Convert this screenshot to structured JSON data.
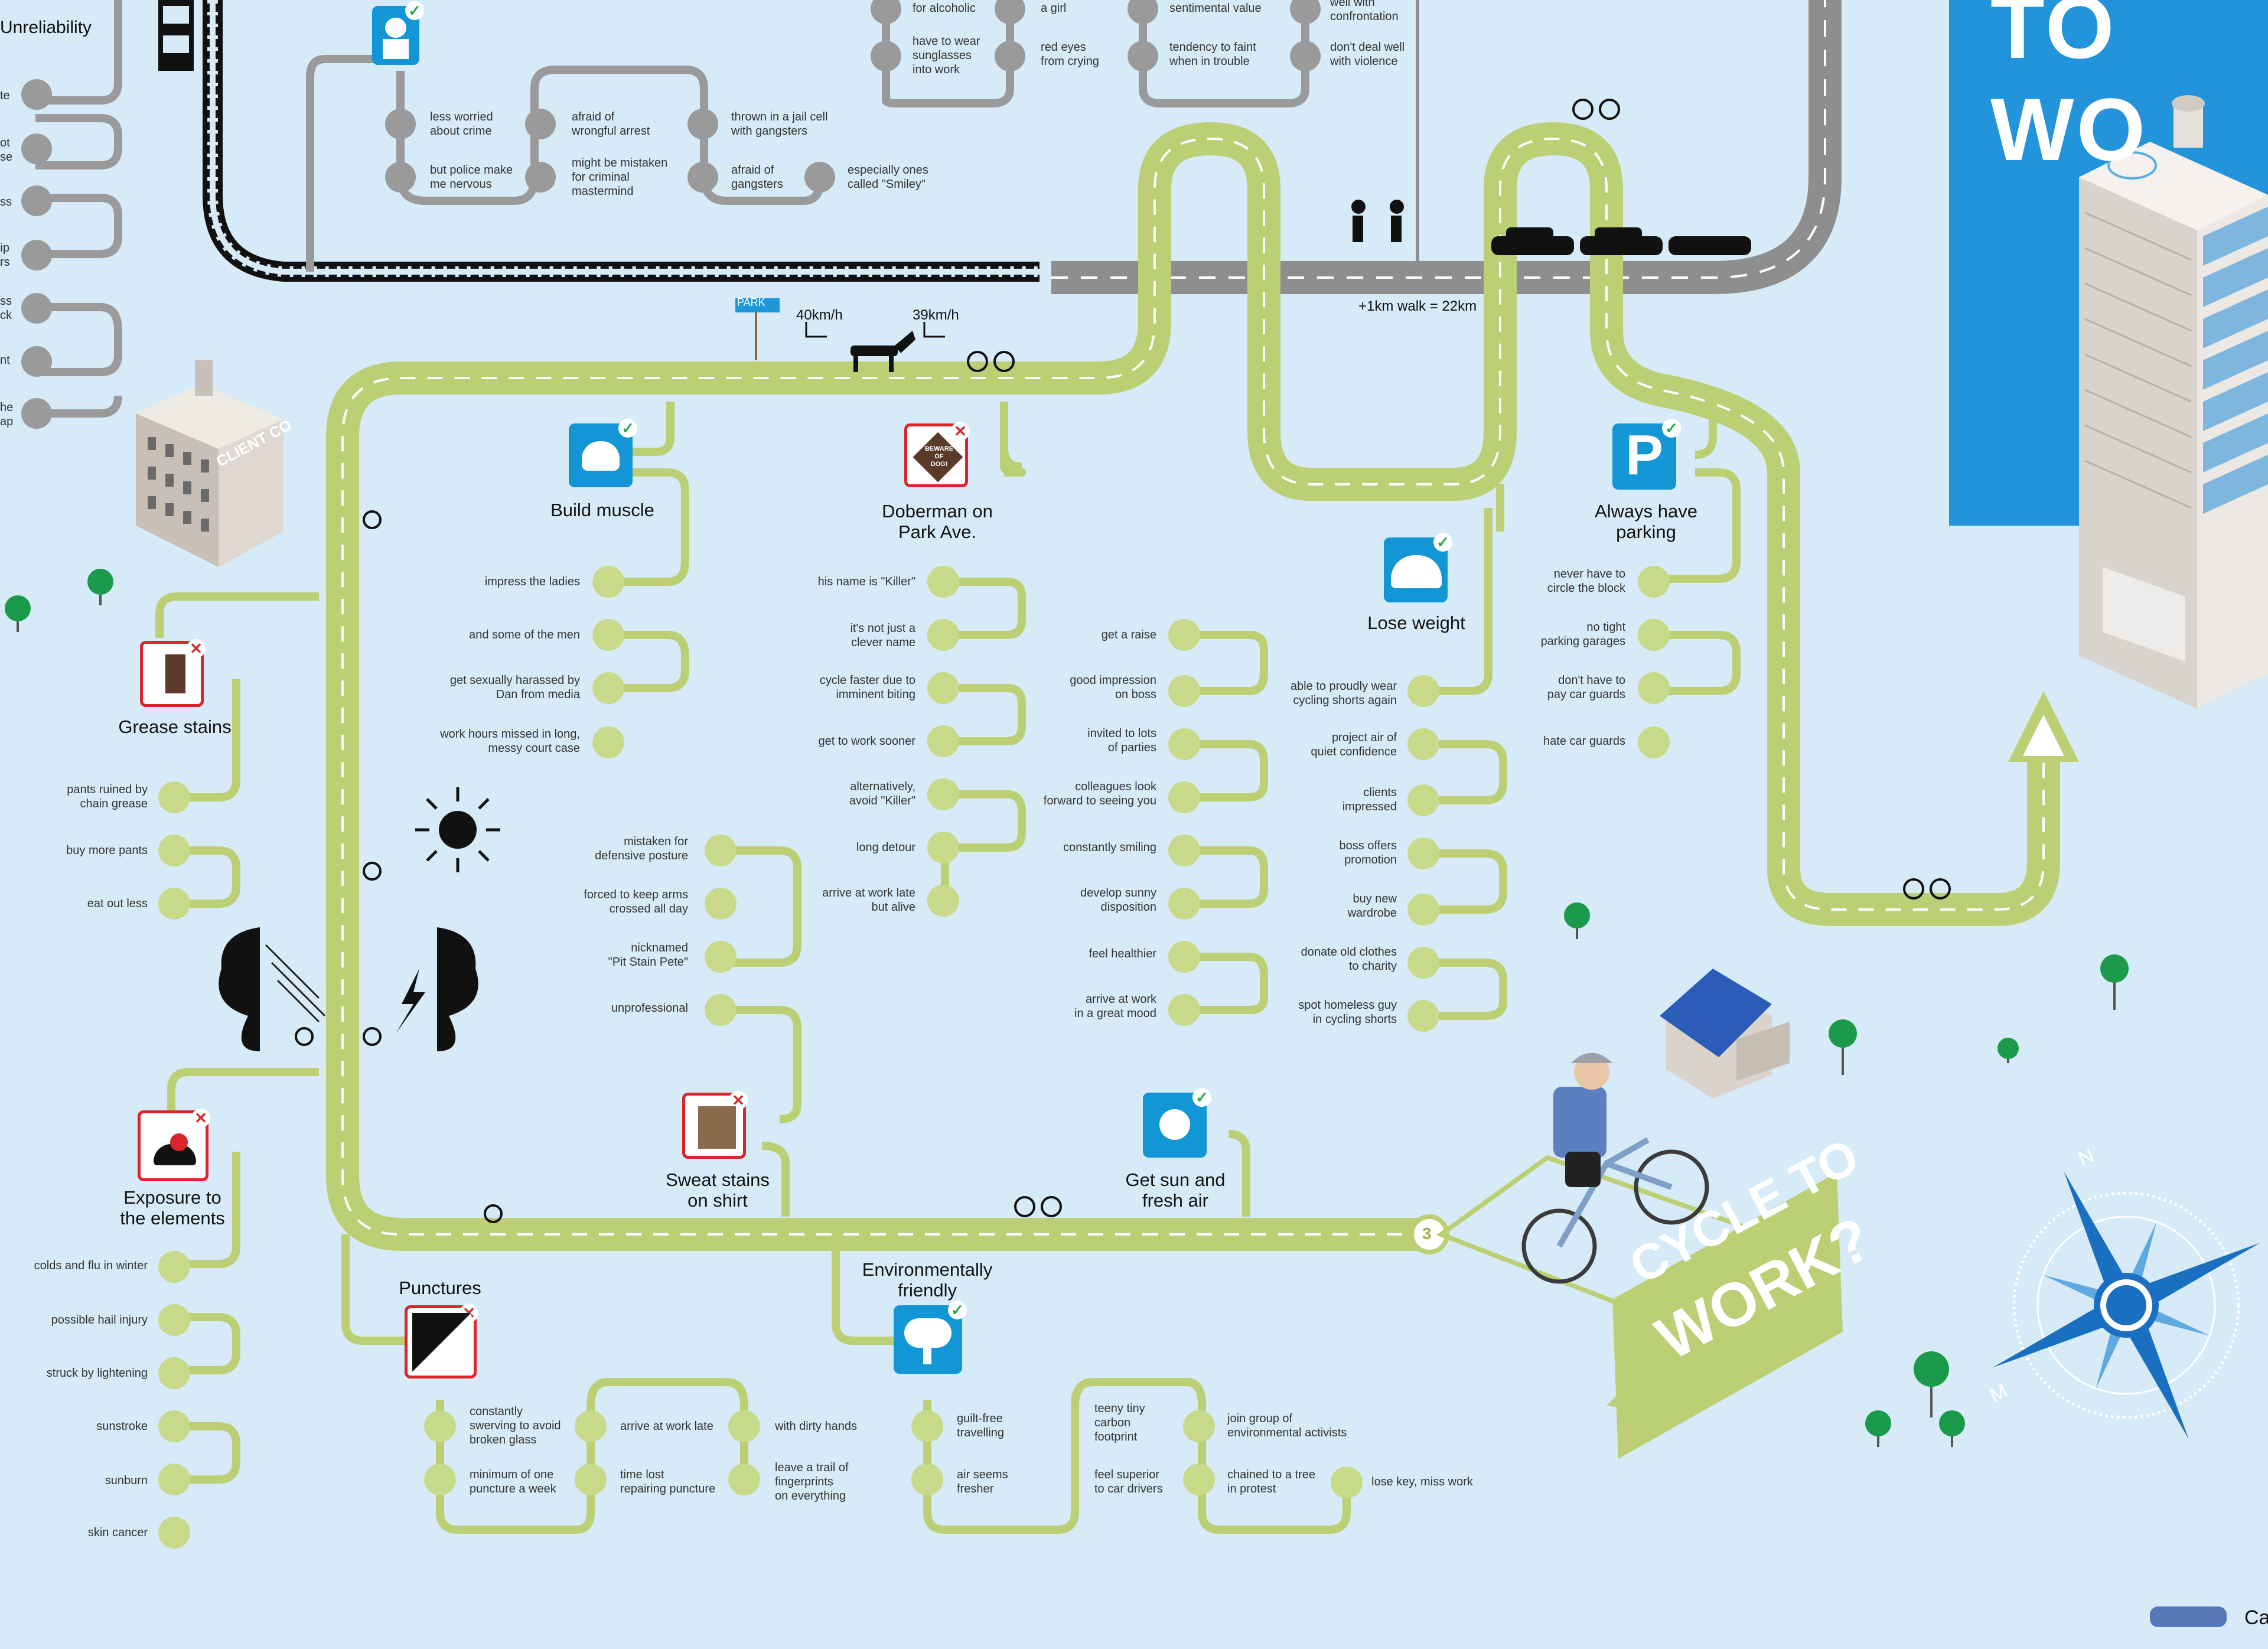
{
  "colors": {
    "background": "#d6ebf7",
    "route_green": "#bccf74",
    "route_grey": "#8e8e8e",
    "good_icon": "#1296d6",
    "bad_border": "#d9252b",
    "building_blue": "#1e8fd8"
  },
  "header": {
    "title_fragment": "TO WO",
    "top_left_label": "Unreliability"
  },
  "top_grey_columns": {
    "col1": [
      "for alcoholic",
      "have to wear\nsunglasses\ninto work"
    ],
    "col2": [
      "a girl",
      "red eyes\nfrom crying"
    ],
    "col3": [
      "sentimental value",
      "tendency to faint\nwhen in trouble"
    ],
    "col4": [
      "well with\nconfrontation",
      "don't deal well\nwith violence"
    ]
  },
  "police_branch": {
    "col1": [
      "less worried\nabout crime",
      "but police make\nme nervous"
    ],
    "col2": [
      "afraid of\nwrongful arrest",
      "might be mistaken\nfor criminal\nmastermind"
    ],
    "col3": [
      "thrown in a jail cell\nwith gangsters",
      "afraid of\ngangsters"
    ],
    "col4": [
      "especially ones\ncalled \"Smiley\""
    ]
  },
  "left_edge_fragments": [
    "te",
    "ot\nse",
    "ss",
    "ip\nrs",
    "ss\nck",
    "nt",
    "he\nap"
  ],
  "map_labels": {
    "park_sign": "PARK",
    "dog_speed": "40km/h",
    "cyclist_speed": "39km/h",
    "walk_note": "+1km walk = 22km",
    "client_building": "CLIENT CO",
    "station_number": "3",
    "banner_line1": "CYCLE TO",
    "banner_line2": "WORK?",
    "compass_n": "N",
    "compass_m": "M",
    "bottom_right_fragment": "Ca",
    "beware_sign": "BEWARE\nOF\nDOG!"
  },
  "branches": {
    "build_muscle": {
      "title": "Build muscle",
      "items": [
        "impress the ladies",
        "and some of the men",
        "get sexually harassed by\nDan from media",
        "work hours missed in long,\nmessy court case"
      ]
    },
    "doberman": {
      "title": "Doberman on\nPark Ave.",
      "items": [
        "his name is \"Killer\"",
        "it's not just a\nclever name",
        "cycle faster due to\nimminent biting",
        "get to work sooner",
        "alternatively,\navoid \"Killer\"",
        "long detour",
        "arrive at work late\nbut alive"
      ]
    },
    "sun": {
      "title": "Get sun and\nfresh air",
      "items": [
        "get a raise",
        "good impression\non boss",
        "invited to lots\nof parties",
        "colleagues look\nforward to seeing you",
        "constantly smiling",
        "develop sunny\ndisposition",
        "feel healthier",
        "arrive at work\nin a great mood"
      ]
    },
    "lose_weight": {
      "title": "Lose weight",
      "items": [
        "able to proudly wear\ncycling shorts again",
        "project air of\nquiet confidence",
        "clients\nimpressed",
        "boss offers\npromotion",
        "buy new\nwardrobe",
        "donate old clothes\nto charity",
        "spot homeless guy\nin cycling shorts"
      ]
    },
    "parking": {
      "title": "Always have\nparking",
      "items": [
        "never have to\ncircle the block",
        "no tight\nparking garages",
        "don't have to\npay car guards",
        "hate car guards"
      ]
    },
    "grease": {
      "title": "Grease stains",
      "items": [
        "pants ruined by\nchain grease",
        "buy more pants",
        "eat out less"
      ]
    },
    "sweat": {
      "title": "Sweat stains\non shirt",
      "items": [
        "mistaken for\ndefensive posture",
        "forced to keep arms\ncrossed all day",
        "nicknamed\n\"Pit Stain Pete\"",
        "unprofessional"
      ]
    },
    "exposure": {
      "title": "Exposure to\nthe elements",
      "items": [
        "colds and flu in winter",
        "possible hail injury",
        "struck by lightening",
        "sunstroke",
        "sunburn",
        "skin cancer"
      ]
    },
    "punctures": {
      "title": "Punctures",
      "items": [
        "constantly\nswerving to avoid\nbroken glass",
        "minimum of one\npuncture a week",
        "arrive at work late",
        "time lost\nrepairing puncture",
        "with dirty hands",
        "leave a trail of\nfingerprints\non everything"
      ]
    },
    "environment": {
      "title": "Environmentally\nfriendly",
      "items": [
        "guilt-free\ntravelling",
        "air seems\nfresher",
        "teeny tiny\ncarbon\nfootprint",
        "feel superior\nto car drivers",
        "join group of\nenvironmental activists",
        "chained to a tree\nin protest",
        "lose key, miss work"
      ]
    }
  },
  "icons": [
    "police-icon",
    "muscle-icon",
    "dog-sign-icon",
    "scale-icon",
    "parking-icon",
    "boot-icon",
    "shirt-icon",
    "rain-icon",
    "puncture-icon",
    "tree-icon",
    "sun-icon"
  ]
}
